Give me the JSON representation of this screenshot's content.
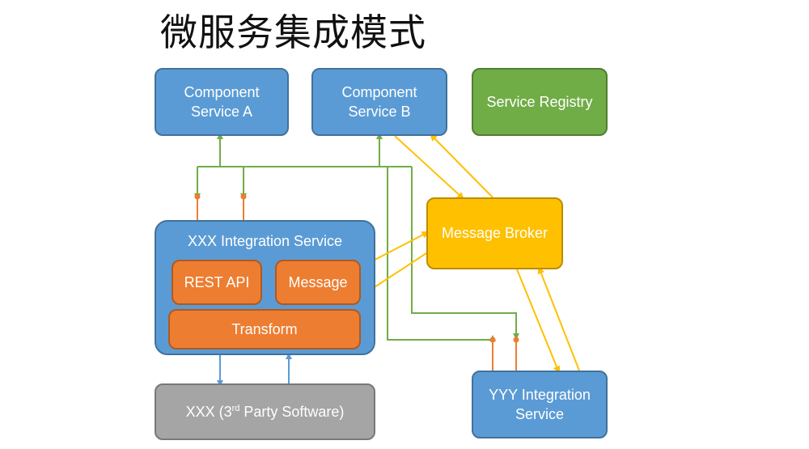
{
  "title": "微服务集成模式",
  "nodes": {
    "component_a": {
      "line1": "Component",
      "line2": "Service A"
    },
    "component_b": {
      "line1": "Component",
      "line2": "Service B"
    },
    "service_registry": "Service Registry",
    "message_broker": "Message Broker",
    "xxx_integration": "XXX Integration Service",
    "rest_api": "REST API",
    "message": "Message",
    "transform": "Transform",
    "xxx_3rd_party": {
      "prefix": "XXX (3",
      "sup": "rd",
      "suffix": " Party Software)"
    },
    "yyy_integration": {
      "line1": "YYY Integration",
      "line2": "Service"
    }
  },
  "colors": {
    "blue": "#5b9bd5",
    "green": "#70ad47",
    "yellow": "#ffc000",
    "orange": "#ed7d31",
    "gray": "#a5a5a5",
    "green_line": "#70ad47",
    "orange_line": "#ed7d31",
    "yellow_line": "#ffc000",
    "blue_line": "#5b9bd5"
  }
}
